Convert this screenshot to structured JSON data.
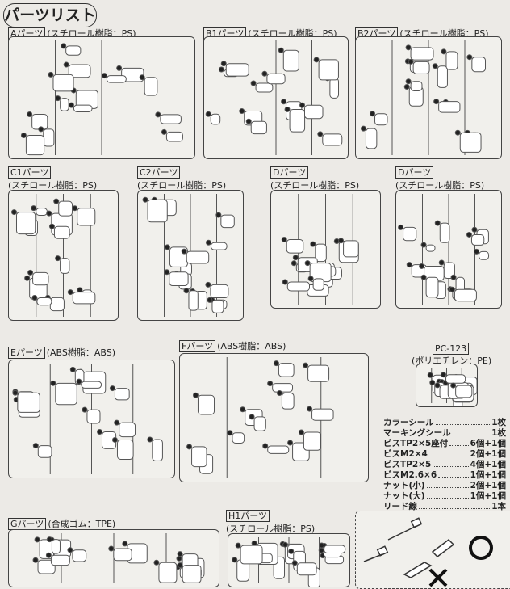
{
  "title": "パーツリスト",
  "parts": [
    {
      "id": "a",
      "tag": "Aパーツ",
      "material": "(スチロール樹脂：PS)"
    },
    {
      "id": "b1",
      "tag": "B1パーツ",
      "material": "(スチロール樹脂：PS)"
    },
    {
      "id": "b2",
      "tag": "B2パーツ",
      "material": "(スチロール樹脂：PS)"
    },
    {
      "id": "c1",
      "tag": "C1パーツ",
      "material": "(スチロール樹脂：PS)"
    },
    {
      "id": "c2",
      "tag": "C2パーツ",
      "material": "(スチロール樹脂：PS)"
    },
    {
      "id": "d1",
      "tag": "Dパーツ",
      "material": "(スチロール樹脂：PS)"
    },
    {
      "id": "d2",
      "tag": "Dパーツ",
      "material": "(スチロール樹脂：PS)"
    },
    {
      "id": "e",
      "tag": "Eパーツ",
      "material": "(ABS樹脂：ABS)"
    },
    {
      "id": "f",
      "tag": "Fパーツ",
      "material": "(ABS樹脂：ABS)"
    },
    {
      "id": "pc",
      "tag": "PC-123",
      "material": "(ポリエチレン：PE)"
    },
    {
      "id": "g",
      "tag": "Gパーツ",
      "material": "(合成ゴム：TPE)"
    },
    {
      "id": "h1",
      "tag": "H1パーツ",
      "material": "(スチロール樹脂：PS)"
    }
  ],
  "accessories": [
    {
      "name": "カラーシール",
      "qty": "1枚"
    },
    {
      "name": "マーキングシール",
      "qty": "1枚"
    },
    {
      "name": "ビスTP2×5座付",
      "qty": "6個+1個"
    },
    {
      "name": "ビスM2×4",
      "qty": "2個+1個"
    },
    {
      "name": "ビスTP2×5",
      "qty": "4個+1個"
    },
    {
      "name": "ビスM2.6×6",
      "qty": "1個+1個"
    },
    {
      "name": "ナット(小)",
      "qty": "2個+1個"
    },
    {
      "name": "ナット(大)",
      "qty": "1個+1個"
    },
    {
      "name": "リード線",
      "qty": "1本"
    }
  ],
  "icons": {
    "wrong": "cross-mark-icon",
    "right": "circle-mark-icon"
  }
}
